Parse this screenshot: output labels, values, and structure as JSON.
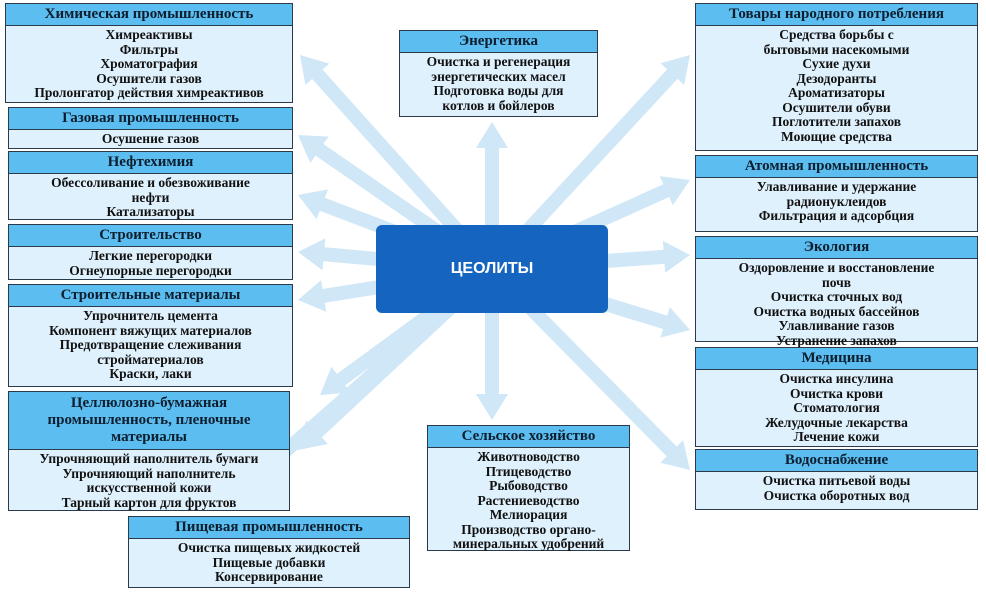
{
  "center": "ЦЕОЛИТЫ",
  "colors": {
    "header": "#5cbdf0",
    "body": "#dff1fc",
    "center": "#1565c0",
    "arrow": "#cfe7f7"
  },
  "boxes": [
    {
      "id": "chem",
      "title": "Химическая промышленность",
      "items": [
        "Химреактивы",
        "Фильтры",
        "Хроматография",
        "Осушители газов",
        "Пролонгатор действия химреактивов"
      ]
    },
    {
      "id": "gas",
      "title": "Газовая промышленность",
      "items": [
        "Осушение газов"
      ]
    },
    {
      "id": "petro",
      "title": "Нефтехимия",
      "items": [
        "Обессоливание и обезвоживание",
        "нефти",
        "Катализаторы"
      ]
    },
    {
      "id": "constr",
      "title": "Строительство",
      "items": [
        "Легкие перегородки",
        "Огнеупорные перегородки"
      ]
    },
    {
      "id": "mat",
      "title": "Строительные материалы",
      "items": [
        "Упрочнитель цемента",
        "Компонент вяжущих материалов",
        "Предотвращение слеживания",
        "стройматериалов",
        "Краски, лаки"
      ]
    },
    {
      "id": "pulp",
      "title": "Целлюлозно-бумажная промышленность, пленочные материалы",
      "items": [
        "Упрочняющий наполнитель бумаги",
        "Упрочняющий наполнитель",
        "искусственной кожи",
        "Тарный картон для фруктов"
      ]
    },
    {
      "id": "food",
      "title": "Пищевая промышленность",
      "items": [
        "Очистка пищевых жидкостей",
        "Пищевые добавки",
        "Консервирование"
      ]
    },
    {
      "id": "energy",
      "title": "Энергетика",
      "items": [
        "Очистка и регенерация",
        "энергетических масел",
        "Подготовка воды для",
        "котлов и бойлеров"
      ]
    },
    {
      "id": "agri",
      "title": "Сельское хозяйство",
      "items": [
        "Животноводство",
        "Птицеводство",
        "Рыбоводство",
        "Растениеводство",
        "Мелиорация",
        "Производство органо-",
        "минеральных удобрений"
      ]
    },
    {
      "id": "goods",
      "title": "Товары народного потребления",
      "items": [
        "Средства борьбы с",
        "бытовыми насекомыми",
        "Сухие духи",
        "Дезодоранты",
        "Ароматизаторы",
        "Осушители обуви",
        "Поглотители запахов",
        "Моющие средства"
      ]
    },
    {
      "id": "atom",
      "title": "Атомная промышленность",
      "items": [
        "Улавливание и удержание",
        "радионуклеидов",
        "Фильтрация и адсорбция"
      ]
    },
    {
      "id": "eco",
      "title": "Экология",
      "items": [
        "Оздоровление и восстановление",
        "почв",
        "Очистка сточных вод",
        "Очистка водных бассейнов",
        "Улавливание газов",
        "Устранение запахов"
      ]
    },
    {
      "id": "med",
      "title": "Медицина",
      "items": [
        "Очистка инсулина",
        "Очистка крови",
        "Стоматология",
        "Желудочные лекарства",
        "Лечение кожи"
      ]
    },
    {
      "id": "water",
      "title": "Водоснабжение",
      "items": [
        "Очистка питьевой воды",
        "Очистка оборотных вод"
      ]
    }
  ]
}
